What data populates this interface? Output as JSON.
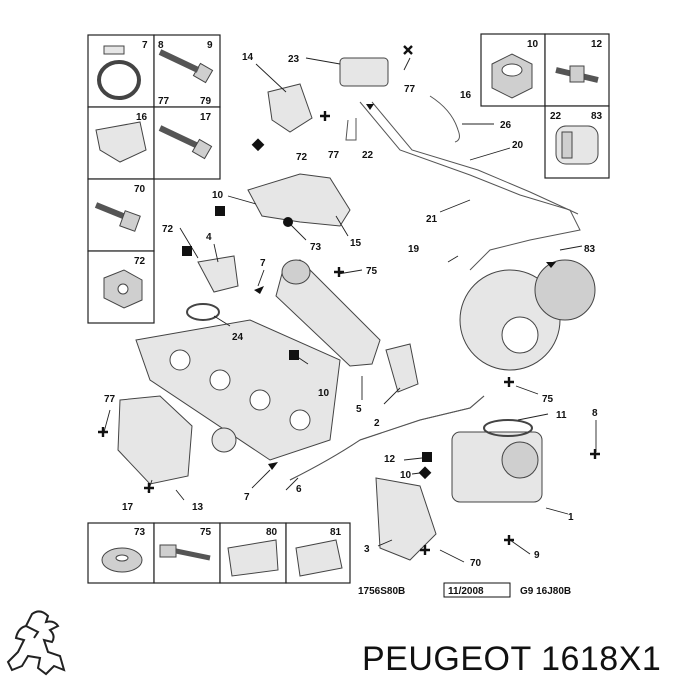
{
  "callouts": {
    "c7": "7",
    "c8": "8",
    "c9": "9",
    "c77": "77",
    "c79": "79",
    "c16": "16",
    "c17": "17",
    "c70": "70",
    "c72": "72",
    "c10": "10",
    "c12": "12",
    "c22": "22",
    "c83": "83",
    "d14": "14",
    "d23": "23",
    "d77a": "77",
    "d16": "16",
    "d26": "26",
    "d20": "20",
    "d72": "72",
    "d77b": "77",
    "d22": "22",
    "d10a": "10",
    "d73": "73",
    "d15": "15",
    "d21": "21",
    "d72b": "72",
    "d4": "4",
    "d7a": "7",
    "d75a": "75",
    "d19": "19",
    "d83": "83",
    "d24": "24",
    "d10b": "10",
    "d5": "5",
    "d2": "2",
    "d75b": "75",
    "d77c": "77",
    "d11": "11",
    "d8": "8",
    "d12": "12",
    "d10c": "10",
    "d7b": "7",
    "d6": "6",
    "d17": "17",
    "d13": "13",
    "d1": "1",
    "d3": "3",
    "d70": "70",
    "d9": "9",
    "b73": "73",
    "b75": "75",
    "b80": "80",
    "b81": "81"
  },
  "footer": {
    "ref1": "1756S80B",
    "ref2": "11/2008",
    "ref3": "G9 16J80B"
  },
  "brand_text": "PEUGEOT 1618X1"
}
